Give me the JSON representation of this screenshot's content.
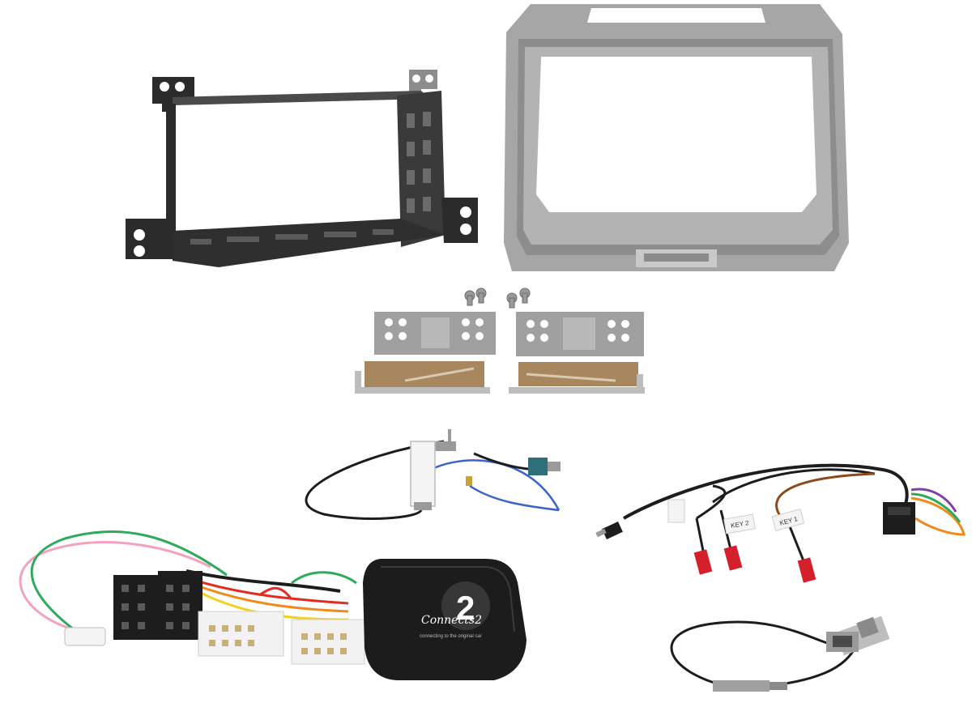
{
  "scene": {
    "background": "#ffffff",
    "colors": {
      "bracket": "#2b2b2b",
      "fascia": "#a3a3a3",
      "fascia_dark": "#7c7c7c",
      "plate": "#9a9a9a",
      "foam": "#a8865e",
      "cable": "#1d1d1d",
      "red_plug": "#d4202a",
      "fakra_blue": "#2f6f7a",
      "connector_white": "#f2f2f2",
      "box": "#1c1c1c",
      "wire_red": "#e32b22",
      "wire_orange": "#f08a1b",
      "wire_yellow": "#f2d21b",
      "wire_green": "#2eaa5b",
      "wire_pink": "#f2a2c0",
      "wire_blue": "#3a64c8",
      "wire_purple": "#7e3fa8",
      "wire_brown": "#8a4a1b"
    }
  },
  "interface_box": {
    "brand_text": "Connects2",
    "logo_numeral": "2",
    "small_text": "connecting to the original car"
  },
  "patch_lead": {
    "tag_labels": [
      "KEY 2",
      "KEY 1"
    ]
  }
}
